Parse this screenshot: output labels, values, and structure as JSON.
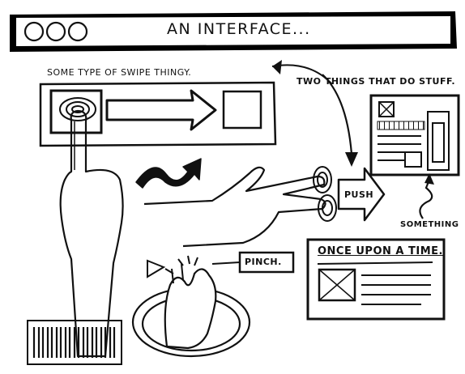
{
  "window": {
    "title": "AN INTERFACE..."
  },
  "labels": {
    "swipe": "SOME TYPE OF SWIPE THINGY.",
    "two_things": "TWO THINGS THAT DO STUFF.",
    "push": "PUSH",
    "something": "SOMETHING",
    "pinch": "PINCH.",
    "once": "ONCE UPON A TIME."
  }
}
